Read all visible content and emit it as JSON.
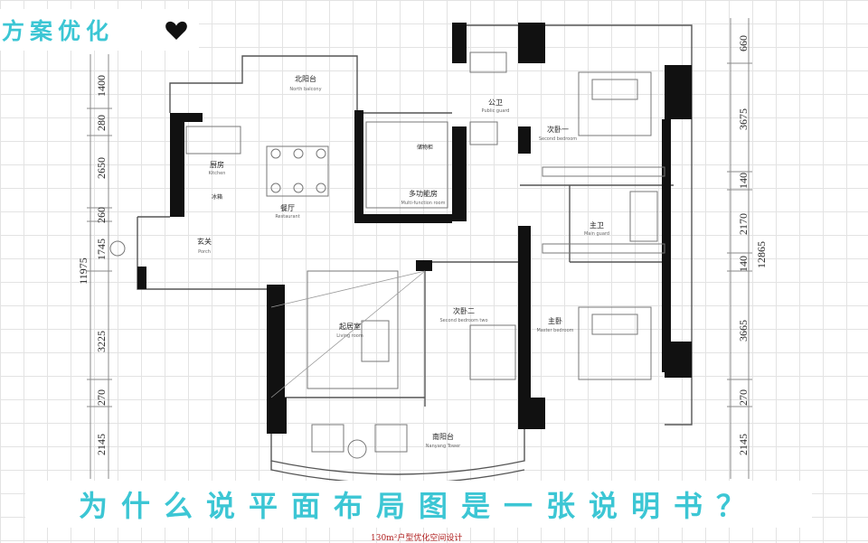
{
  "badge": {
    "label": "方案优化",
    "icon": "heart-icon"
  },
  "rooms": {
    "north_balcony": {
      "cn": "北阳台",
      "en": "North balcony"
    },
    "kitchen": {
      "cn": "厨房",
      "en": "Kitchen"
    },
    "kitchen_fixture": "冰箱",
    "restaurant": {
      "cn": "餐厅",
      "en": "Restaurant"
    },
    "storage": "储物柜",
    "multi": {
      "cn": "多功能房",
      "en": "Multi-function room"
    },
    "public_wc": {
      "cn": "公卫",
      "en": "Public guard"
    },
    "second_bedroom_one": {
      "cn": "次卧一",
      "en": "Second bedroom"
    },
    "master_wc": {
      "cn": "主卫",
      "en": "Main guard"
    },
    "porch": {
      "cn": "玄关",
      "en": "Porch"
    },
    "living_room": {
      "cn": "起居室",
      "en": "Living room"
    },
    "second_bedroom_two": {
      "cn": "次卧二",
      "en": "Second bedroom two"
    },
    "master_bedroom": {
      "cn": "主卧",
      "en": "Master bedroom"
    },
    "south_balcony": {
      "cn": "南阳台",
      "en": "Nanyang Tower"
    }
  },
  "dimensions": {
    "left": [
      "1400",
      "280",
      "2650",
      "260",
      "1745",
      "11975",
      "3225",
      "270",
      "2145"
    ],
    "right": [
      "660",
      "3675",
      "140",
      "2170",
      "12865",
      "140",
      "3665",
      "270",
      "2145"
    ]
  },
  "caption": "为什么说平面布局图是一张说明书？",
  "footer_note": "130m²户型优化空间设计"
}
